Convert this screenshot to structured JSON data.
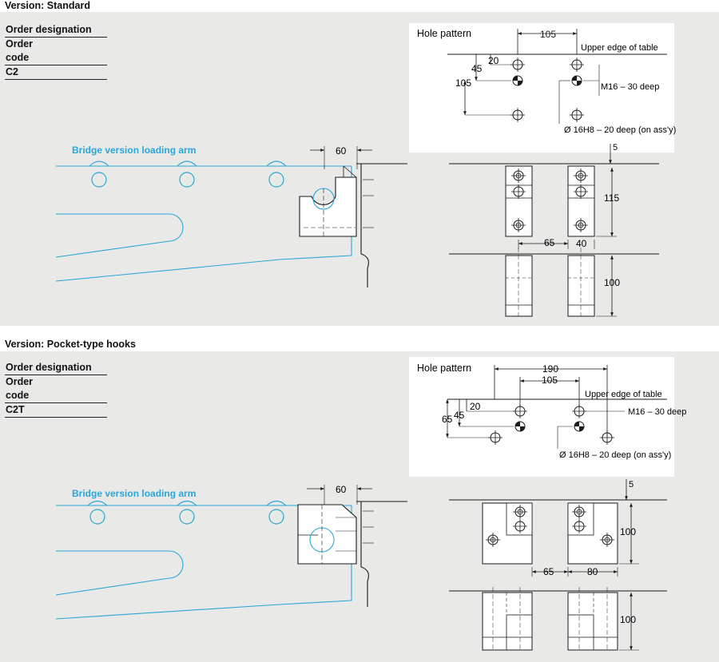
{
  "sections": [
    {
      "version_title": "Version: Standard",
      "order_designation": "Order designation",
      "order_code_line1": "Order",
      "order_code_line2": "code",
      "order_value": "C2",
      "hole_pattern_title": "Hole pattern",
      "loading_arm_label": "Bridge version loading arm",
      "upper_edge_label": "Upper edge of table",
      "thread_label": "M16 – 30 deep",
      "bore_label": "Ø 16H8 – 20 deep (on ass'y)",
      "dims": {
        "hp_105_top": "105",
        "hp_45": "45",
        "hp_20": "20",
        "hp_105_side": "105",
        "side_60": "60",
        "front_5": "5",
        "front_115": "115",
        "front_65": "65",
        "front_40": "40",
        "front_100": "100"
      }
    },
    {
      "version_title": "Version: Pocket-type hooks",
      "order_designation": "Order designation",
      "order_code_line1": "Order",
      "order_code_line2": "code",
      "order_value": "C2T",
      "hole_pattern_title": "Hole pattern",
      "loading_arm_label": "Bridge version loading arm",
      "upper_edge_label": "Upper edge of table",
      "thread_label": "M16 – 30 deep",
      "bore_label": "Ø 16H8 – 20 deep (on ass'y)",
      "dims": {
        "hp_190": "190",
        "hp_105": "105",
        "hp_45": "45",
        "hp_20": "20",
        "hp_65": "65",
        "side_60": "60",
        "front_5": "5",
        "front_100_top": "100",
        "front_65": "65",
        "front_80": "80",
        "front_100": "100"
      }
    }
  ],
  "colors": {
    "panel_bg": "#e9e9e7",
    "accent_blue": "#2aa6d8",
    "line": "#1a1a1a"
  }
}
